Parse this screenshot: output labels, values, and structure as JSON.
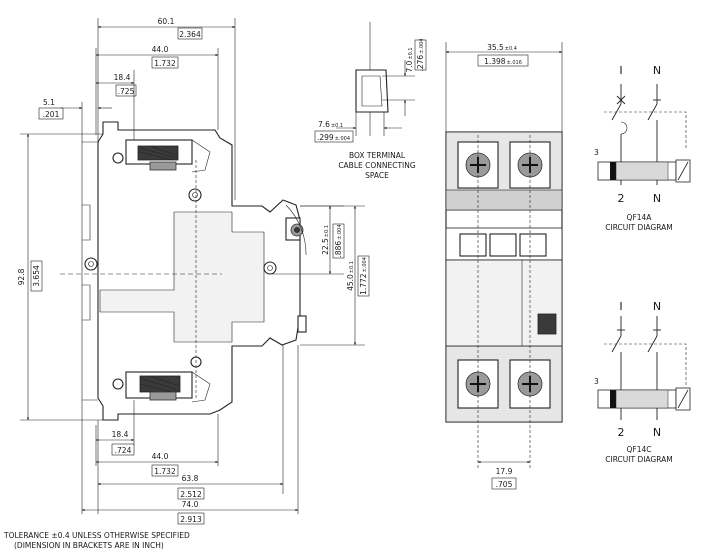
{
  "left_view": {
    "dims": {
      "d60": "60.1",
      "d60_in": "2.364",
      "d44_top": "44.0",
      "d44_top_in": "1.732",
      "d18_top": "18.4",
      "d18_top_in": ".725",
      "d5": "5.1",
      "d5_in": ".201",
      "d92": "92.8",
      "d92_in": "3.654",
      "d22": "22.5",
      "d22_tol": "±0.1",
      "d22_in": ".886",
      "d22_in_tol": "±.004",
      "d45": "45.0",
      "d45_tol": "±0.1",
      "d45_in": "1.772",
      "d45_in_tol": "±.004",
      "d18_bot": "18.4",
      "d18_bot_in": ".724",
      "d44_bot": "44.0",
      "d44_bot_in": "1.732",
      "d63": "63.8",
      "d63_in": "2.512",
      "d74": "74.0",
      "d74_in": "2.913"
    }
  },
  "terminal": {
    "d7": "7.0",
    "d7_tol": "±0.1",
    "d7_in": ".276",
    "d7_in_tol": "±.004",
    "d7_6": "7.6",
    "d7_6_tol": "±0.1",
    "d7_6_in": ".299",
    "d7_6_in_tol": "±.004",
    "caption_1": "BOX TERMINAL",
    "caption_2": "CABLE CONNECTING",
    "caption_3": "SPACE"
  },
  "front_view": {
    "d35": "35.5",
    "d35_tol": "±0.4",
    "d35_in": "1.398",
    "d35_in_tol": "±.016",
    "d17": "17.9",
    "d17_in": ".705"
  },
  "circuit_a": {
    "label_line": "I",
    "label_neutral": "N",
    "label_2": "2",
    "label_n": "N",
    "label_3": "3",
    "title_1": "QF14A",
    "title_2": "CIRCUIT DIAGRAM"
  },
  "circuit_c": {
    "label_line": "I",
    "label_neutral": "N",
    "label_2": "2",
    "label_n": "N",
    "label_3": "3",
    "title_1": "QF14C",
    "title_2": "CIRCUIT DIAGRAM"
  },
  "notes": {
    "line1": "TOLERANCE ±0.4 UNLESS OTHERWISE SPECIFIED",
    "line2": "(DIMENSION IN BRACKETS ARE IN INCH)"
  }
}
